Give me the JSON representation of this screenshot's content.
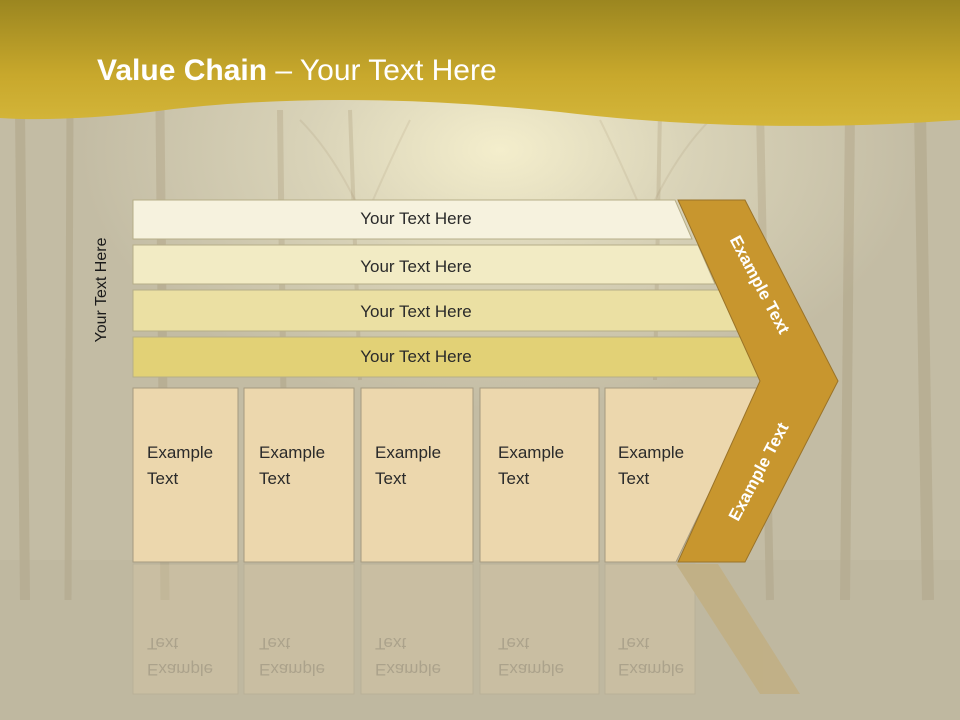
{
  "title": {
    "bold": "Value Chain",
    "rest": " – Your Text Here"
  },
  "side_label": "Your Text Here",
  "rows": [
    "Your Text Here",
    "Your Text Here",
    "Your Text Here",
    "Your Text Here"
  ],
  "boxes": [
    {
      "line1": "Example",
      "line2": "Text"
    },
    {
      "line1": "Example",
      "line2": "Text"
    },
    {
      "line1": "Example",
      "line2": "Text"
    },
    {
      "line1": "Example",
      "line2": "Text"
    },
    {
      "line1": "Example",
      "line2": "Text"
    }
  ],
  "arrow": {
    "upper": "Example Text",
    "lower": "Example Text"
  },
  "colors": {
    "header": "#c9a92a",
    "arrow": "#c8962e",
    "box": "#ecd7ad"
  }
}
